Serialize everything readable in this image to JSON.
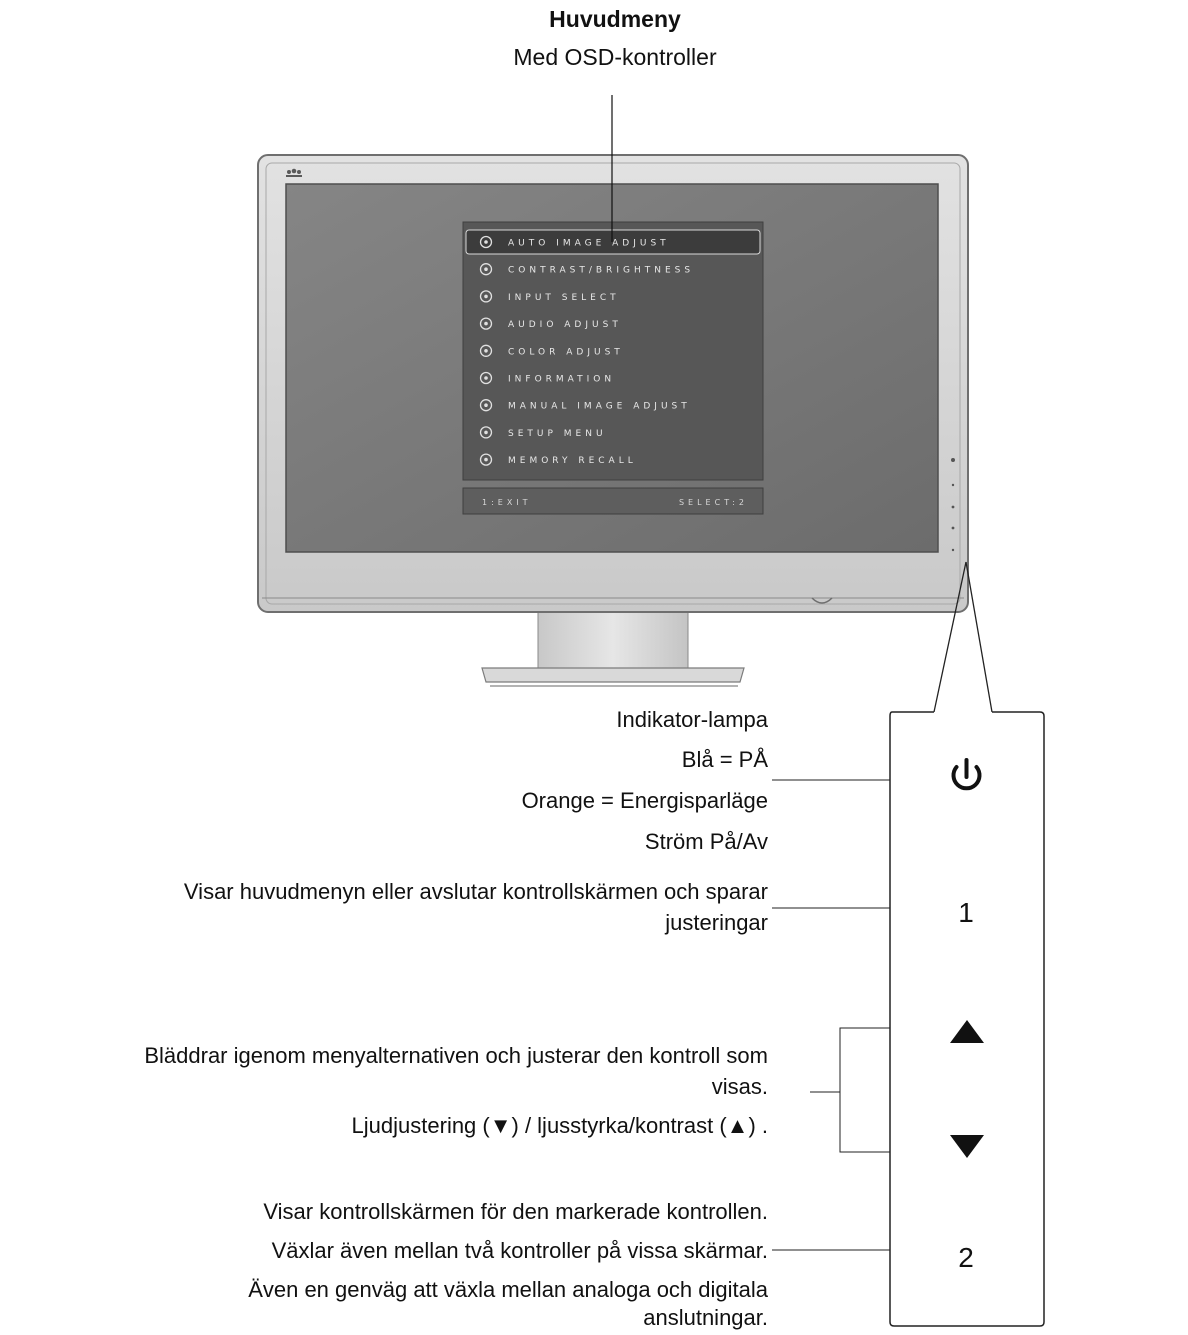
{
  "header": {
    "title": "Huvudmeny",
    "subtitle": "Med OSD-kontroller"
  },
  "osd_menu": {
    "items": [
      {
        "label": "AUTO IMAGE ADJUST",
        "icon": "auto-adjust-icon",
        "selected": true
      },
      {
        "label": "CONTRAST/BRIGHTNESS",
        "icon": "contrast-brightness-icon",
        "selected": false
      },
      {
        "label": "INPUT SELECT",
        "icon": "input-select-icon",
        "selected": false
      },
      {
        "label": "AUDIO ADJUST",
        "icon": "audio-adjust-icon",
        "selected": false
      },
      {
        "label": "COLOR ADJUST",
        "icon": "color-adjust-icon",
        "selected": false
      },
      {
        "label": "INFORMATION",
        "icon": "information-icon",
        "selected": false
      },
      {
        "label": "MANUAL IMAGE ADJUST",
        "icon": "manual-adjust-icon",
        "selected": false
      },
      {
        "label": "SETUP MENU",
        "icon": "setup-menu-icon",
        "selected": false
      },
      {
        "label": "MEMORY RECALL",
        "icon": "memory-recall-icon",
        "selected": false
      }
    ],
    "footer_left": "1:EXIT",
    "footer_right": "SELECT:2"
  },
  "control_panel": {
    "buttons": [
      {
        "name": "power",
        "glyph": "power-icon"
      },
      {
        "name": "button-1",
        "glyph": "1"
      },
      {
        "name": "up",
        "glyph": "up-triangle-icon"
      },
      {
        "name": "down",
        "glyph": "down-triangle-icon"
      },
      {
        "name": "button-2",
        "glyph": "2"
      }
    ]
  },
  "callouts": {
    "power": {
      "line1": "Indikator-lampa",
      "line2": "Blå = PÅ",
      "line3": "Orange = Energisparläge",
      "line4": "Ström På/Av"
    },
    "button1": {
      "line1": "Visar huvudmenyn eller avslutar kontrollskärmen och sparar",
      "line2": "justeringar"
    },
    "arrows": {
      "line1": "Bläddrar igenom menyalternativen och justerar den kontroll som",
      "line2": "visas.",
      "line3": "Ljudjustering (▼) / ljusstyrka/kontrast  (▲) ."
    },
    "button2": {
      "line1": "Visar kontrollskärmen för den markerade kontrollen.",
      "line2": "Växlar även mellan två kontroller på vissa skärmar.",
      "line3": "Även en genväg att växla mellan analoga och digitala",
      "line4": "anslutningar."
    }
  },
  "colors": {
    "screen": "#7a7a7a",
    "bezel": "#d6d6d6",
    "osd_panel": "#565656"
  }
}
